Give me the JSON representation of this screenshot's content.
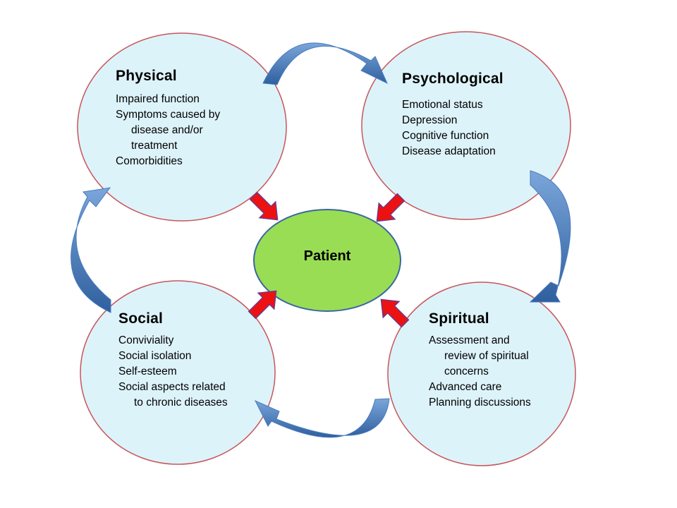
{
  "center": {
    "label": "Patient",
    "fill": "#99dd55"
  },
  "circle_fill": "#ddf3fa",
  "circle_stroke": "#c8555a",
  "cycle_arrow_color": "#4a7bbf",
  "inward_arrow_color": "#ee1111",
  "domains": {
    "physical": {
      "title": "Physical",
      "items": [
        "Impaired function",
        "Symptoms caused by",
        "disease and/or",
        "treatment",
        "Comorbidities"
      ]
    },
    "psychological": {
      "title": "Psychological",
      "items": [
        "Emotional status",
        "Depression",
        "Cognitive function",
        "Disease adaptation"
      ]
    },
    "social": {
      "title": "Social",
      "items": [
        "Conviviality",
        "Social isolation",
        "Self-esteem",
        "Social aspects related",
        "to chronic diseases"
      ]
    },
    "spiritual": {
      "title": "Spiritual",
      "items": [
        "Assessment and",
        "review of spiritual",
        "concerns",
        "Advanced care",
        "Planning discussions"
      ]
    }
  }
}
